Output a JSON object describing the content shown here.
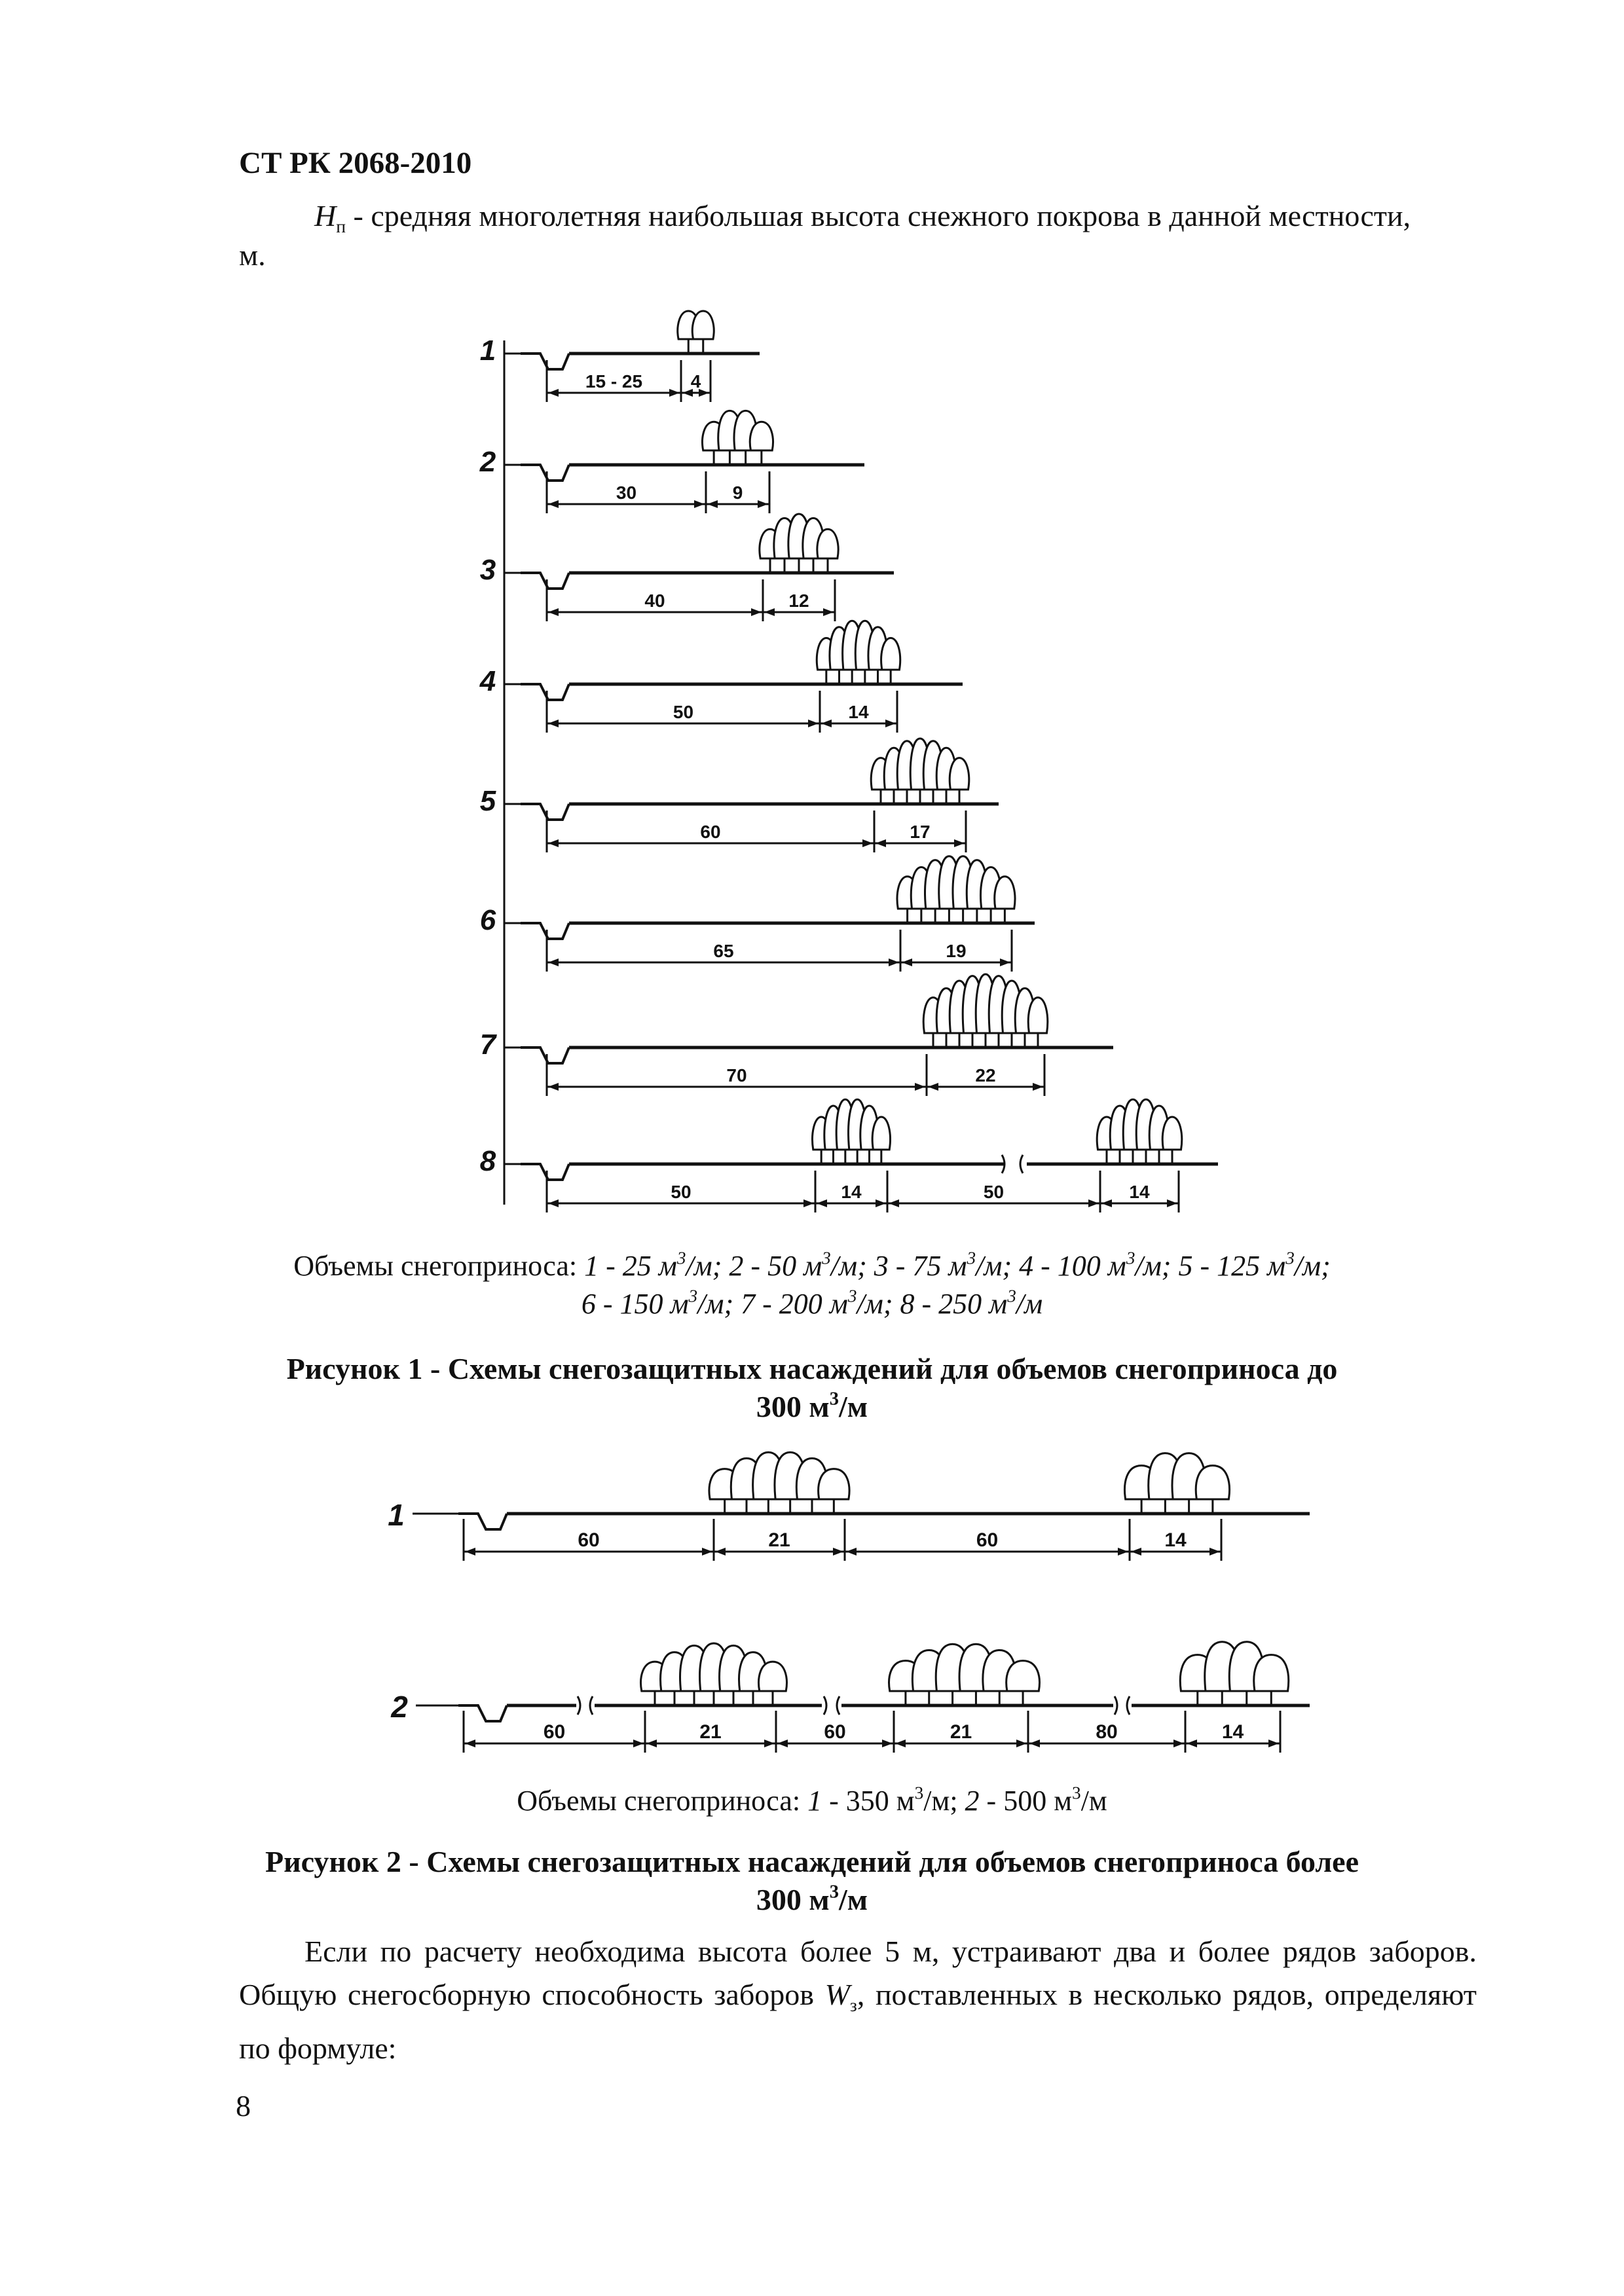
{
  "header": "СТ РК 2068-2010",
  "para_top": {
    "symbol": "H",
    "symbol_sub": "п",
    "text": " - средняя многолетняя наибольшая высота снежного покрова в данной местности,",
    "cont": "м."
  },
  "figure1": {
    "rows": [
      {
        "num": "1",
        "dims": [
          "15 - 25",
          "4"
        ]
      },
      {
        "num": "2",
        "dims": [
          "30",
          "9"
        ]
      },
      {
        "num": "3",
        "dims": [
          "40",
          "12"
        ]
      },
      {
        "num": "4",
        "dims": [
          "50",
          "14"
        ]
      },
      {
        "num": "5",
        "dims": [
          "60",
          "17"
        ]
      },
      {
        "num": "6",
        "dims": [
          "65",
          "19"
        ]
      },
      {
        "num": "7",
        "dims": [
          "70",
          "22"
        ]
      },
      {
        "num": "8",
        "dims": [
          "50",
          "14",
          "50",
          "14"
        ]
      }
    ],
    "caption_prefix": "Объемы снегоприноса: ",
    "caption_items": [
      {
        "n": "1",
        "v": "25"
      },
      {
        "n": "2",
        "v": "50"
      },
      {
        "n": "3",
        "v": "75"
      },
      {
        "n": "4",
        "v": "100"
      },
      {
        "n": "5",
        "v": "125"
      },
      {
        "n": "6",
        "v": "150"
      },
      {
        "n": "7",
        "v": "200"
      },
      {
        "n": "8",
        "v": "250"
      }
    ],
    "unit": "м",
    "unit_sup": "3",
    "unit_tail": "/м",
    "title_line1": "Рисунок 1 - Схемы снегозащитных насаждений для объемов снегоприноса до",
    "title_line2": "300 м",
    "title_sup": "3",
    "title_tail": "/м"
  },
  "figure2": {
    "rows": [
      {
        "num": "1",
        "dims": [
          "60",
          "21",
          "60",
          "14"
        ]
      },
      {
        "num": "2",
        "dims": [
          "60",
          "21",
          "60",
          "21",
          "80",
          "14"
        ]
      }
    ],
    "caption_prefix": "Объемы снегоприноса: ",
    "caption_items": [
      {
        "n": "1",
        "v": "350"
      },
      {
        "n": "2",
        "v": "500"
      }
    ],
    "title_line1": "Рисунок 2 - Схемы снегозащитных насаждений для объемов снегоприноса более",
    "title_line2": "300 м",
    "title_sup": "3",
    "title_tail": "/м"
  },
  "para_bottom": {
    "text1": "Если по расчету необходима высота более 5 м, устраивают два и более рядов заборов. Общую снегосборную способность заборов ",
    "symbol": "W",
    "symbol_sub": "з",
    "text2": ", поставленных в несколько рядов, определяют по формуле:"
  },
  "page_number": "8"
}
